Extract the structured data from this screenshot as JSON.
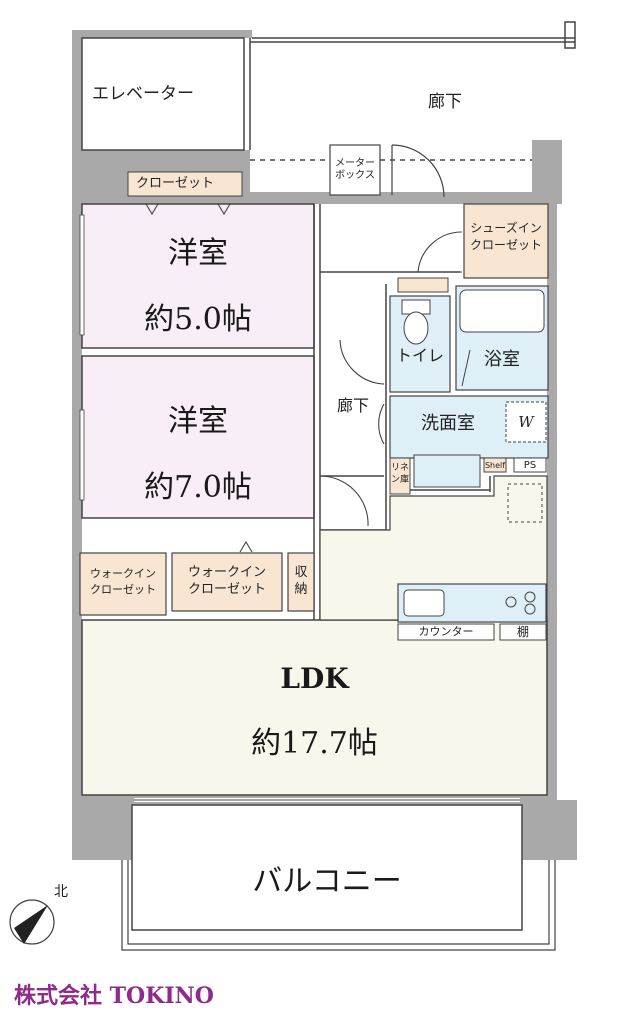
{
  "colors": {
    "wall": "#a9a9a9",
    "western_room": "#f7eef8",
    "ldk": "#f8f7ec",
    "wet_area": "#dfeff7",
    "closet": "#f8e6d2",
    "balcony": "#ffffff",
    "brand": "#8e2a8a"
  },
  "rooms": {
    "elevator": "エレベーター",
    "corridor_top": "廊下",
    "closet_top": "クローゼット",
    "meter_box": "メーター\nボックス",
    "shoes_in_closet": "シューズイン\nクローゼット",
    "western1_name": "洋室",
    "western1_size": "約5.0帖",
    "western2_name": "洋室",
    "western2_size": "約7.0帖",
    "toilet": "トイレ",
    "bath": "浴室",
    "corridor_mid": "廊下",
    "washroom": "洗面室",
    "washer_mark": "W",
    "linen": "リネ\nン庫",
    "shelf": "Shelf",
    "ps": "PS",
    "walkin1": "ウォークイン\nクローゼット",
    "walkin2": "ウォークイン\nクローゼット",
    "storage": "収\n納",
    "counter": "カウンター",
    "tana": "棚",
    "ldk_name": "LDK",
    "ldk_size": "約17.7帖",
    "balcony": "バルコニー"
  },
  "compass": {
    "label": "北",
    "icon": "north-arrow-icon"
  },
  "brand": {
    "name": "株式会社 TOKINO"
  }
}
